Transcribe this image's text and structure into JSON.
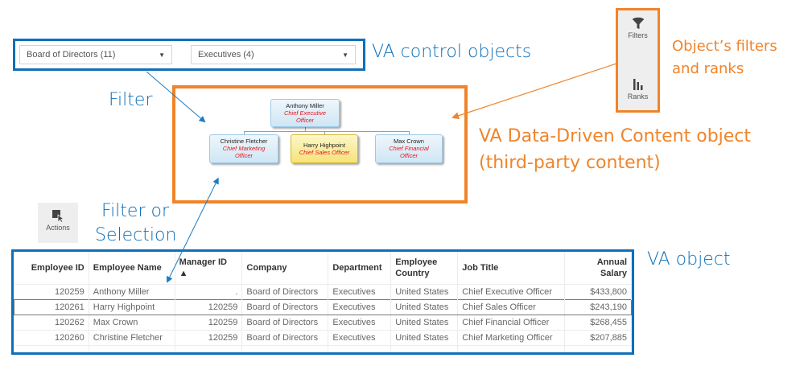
{
  "controls": {
    "dropdown_company": "Board of Directors (11)",
    "dropdown_department": "Executives (4)",
    "dropdown_arrow": "▼"
  },
  "annotations": {
    "control_objects": "VA control objects",
    "filter": "Filter",
    "filter_or": "Filter or",
    "selection": "Selection",
    "ddc_line1": "VA Data-Driven Content object",
    "ddc_line2": "(third-party content)",
    "filters_ranks_line1": "Object’s filters",
    "filters_ranks_line2": "and ranks",
    "va_object": "VA object"
  },
  "panel": {
    "filters_label": "Filters",
    "ranks_label": "Ranks",
    "actions_label": "Actions"
  },
  "org_chart": {
    "root": {
      "name": "Anthony Miller",
      "title_line1": "Chief Executive",
      "title_line2": "Officer"
    },
    "children": [
      {
        "name": "Christine Fletcher",
        "title_line1": "Chief Marketing",
        "title_line2": "Officer"
      },
      {
        "name": "Harry Highpoint",
        "title_line1": "Chief Sales Officer",
        "title_line2": ""
      },
      {
        "name": "Max Crown",
        "title_line1": "Chief Financial",
        "title_line2": "Officer"
      }
    ],
    "highlighted": "Harry Highpoint"
  },
  "table": {
    "columns": [
      "Employee ID",
      "Employee Name",
      "Manager ID ▲",
      "Company",
      "Department",
      "Employee Country",
      "Job Title",
      "Annual Salary"
    ],
    "rows": [
      [
        "120259",
        "Anthony Miller",
        ".",
        "Board of Directors",
        "Executives",
        "United States",
        "Chief Executive Officer",
        "$433,800"
      ],
      [
        "120261",
        "Harry Highpoint",
        "120259",
        "Board of Directors",
        "Executives",
        "United States",
        "Chief Sales Officer",
        "$243,190"
      ],
      [
        "120262",
        "Max Crown",
        "120259",
        "Board of Directors",
        "Executives",
        "United States",
        "Chief Financial Officer",
        "$268,455"
      ],
      [
        "120260",
        "Christine Fletcher",
        "120259",
        "Board of Directors",
        "Executives",
        "United States",
        "Chief Marketing Officer",
        "$207,885"
      ]
    ],
    "selected_row": 1
  },
  "colors": {
    "va_blue": "#0f6fb8",
    "ddc_orange": "#f0842a",
    "org_title_red": "#e8141c",
    "highlight_yellow": "#f5e37a"
  }
}
